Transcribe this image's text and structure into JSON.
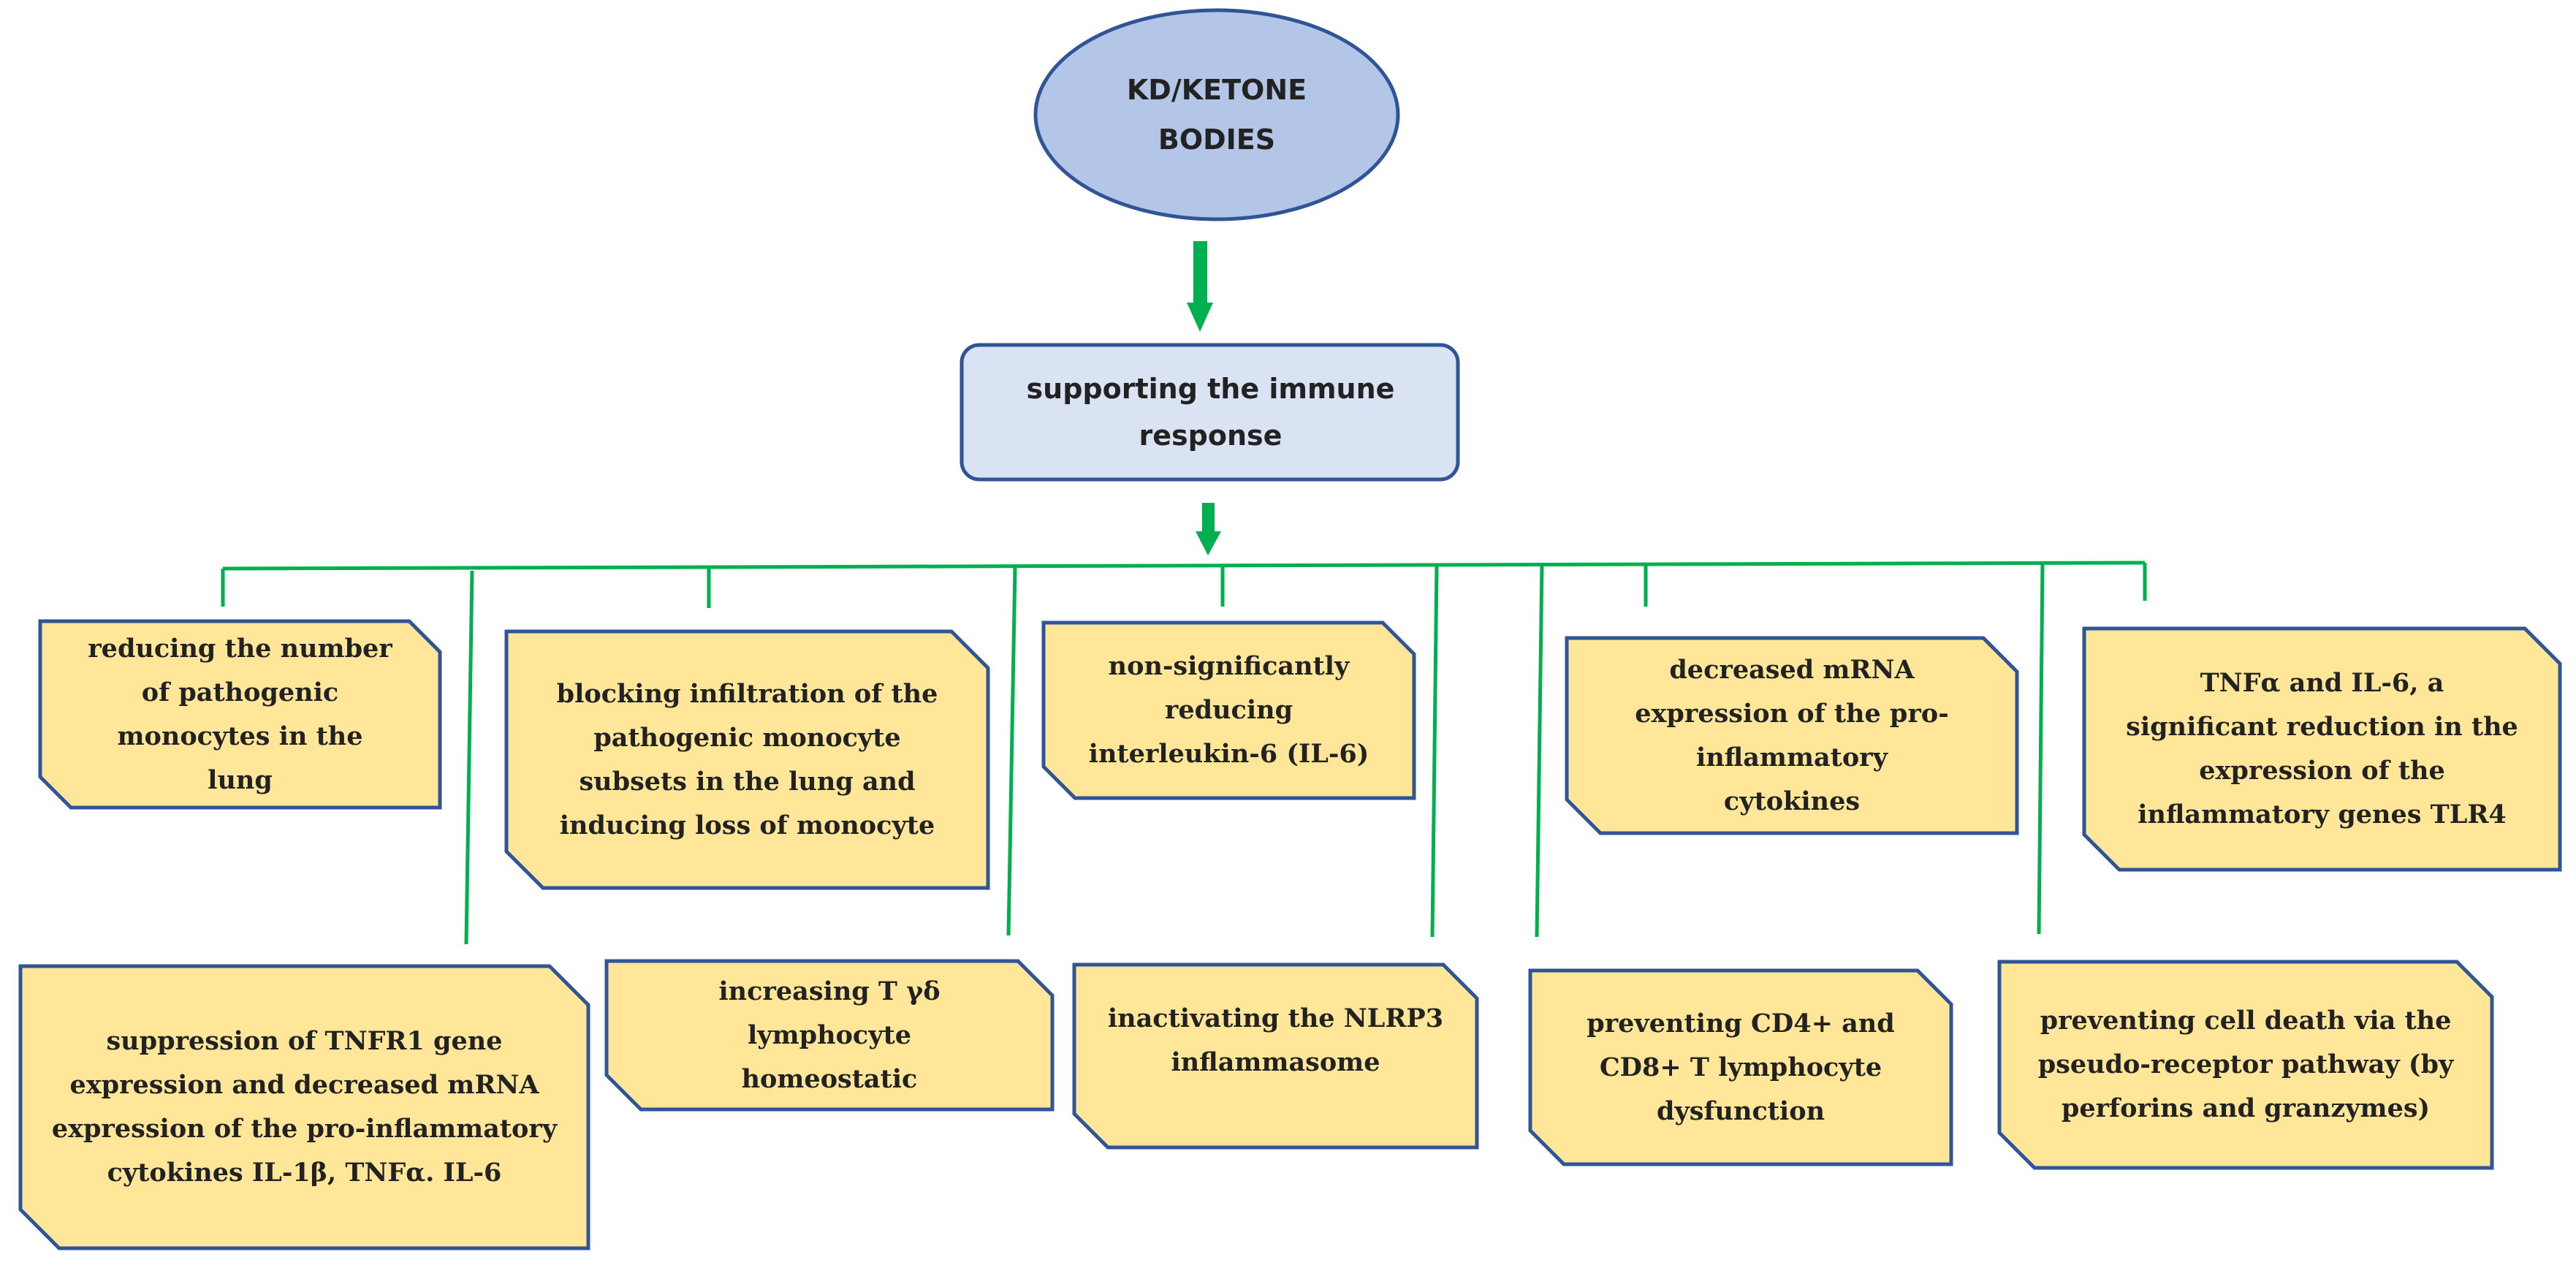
{
  "colors": {
    "ellipse_fill": "#b4c6e7",
    "mid_fill": "#dae3f3",
    "box_fill": "#ffe699",
    "border": "#2f5597",
    "connector": "#00b050"
  },
  "root": {
    "label": "KD/KETONE BODIES"
  },
  "mid": {
    "label": "supporting the immune response"
  },
  "top_boxes": [
    {
      "label": "reducing the number of pathogenic monocytes in the lung"
    },
    {
      "label": "blocking infiltration of the pathogenic monocyte subsets in the lung and inducing loss of monocyte"
    },
    {
      "label": "non-significantly reducing interleukin-6 (IL-6)"
    },
    {
      "label": "decreased mRNA expression of the pro-inflammatory cytokines"
    },
    {
      "label": "TNFα and IL-6, a significant reduction in the expression of the inflammatory genes TLR4"
    }
  ],
  "bottom_boxes": [
    {
      "label": "suppression of TNFR1 gene expression and decreased mRNA expression of the pro-inflammatory cytokines IL-1β, TNFα. IL-6"
    },
    {
      "label": "increasing T γδ lymphocyte homeostatic"
    },
    {
      "label": "inactivating the NLRP3 inflammasome"
    },
    {
      "label": "preventing CD4+ and CD8+ T lymphocyte dysfunction"
    },
    {
      "label": "preventing cell death via the pseudo-receptor pathway (by perforins and granzymes)"
    }
  ]
}
